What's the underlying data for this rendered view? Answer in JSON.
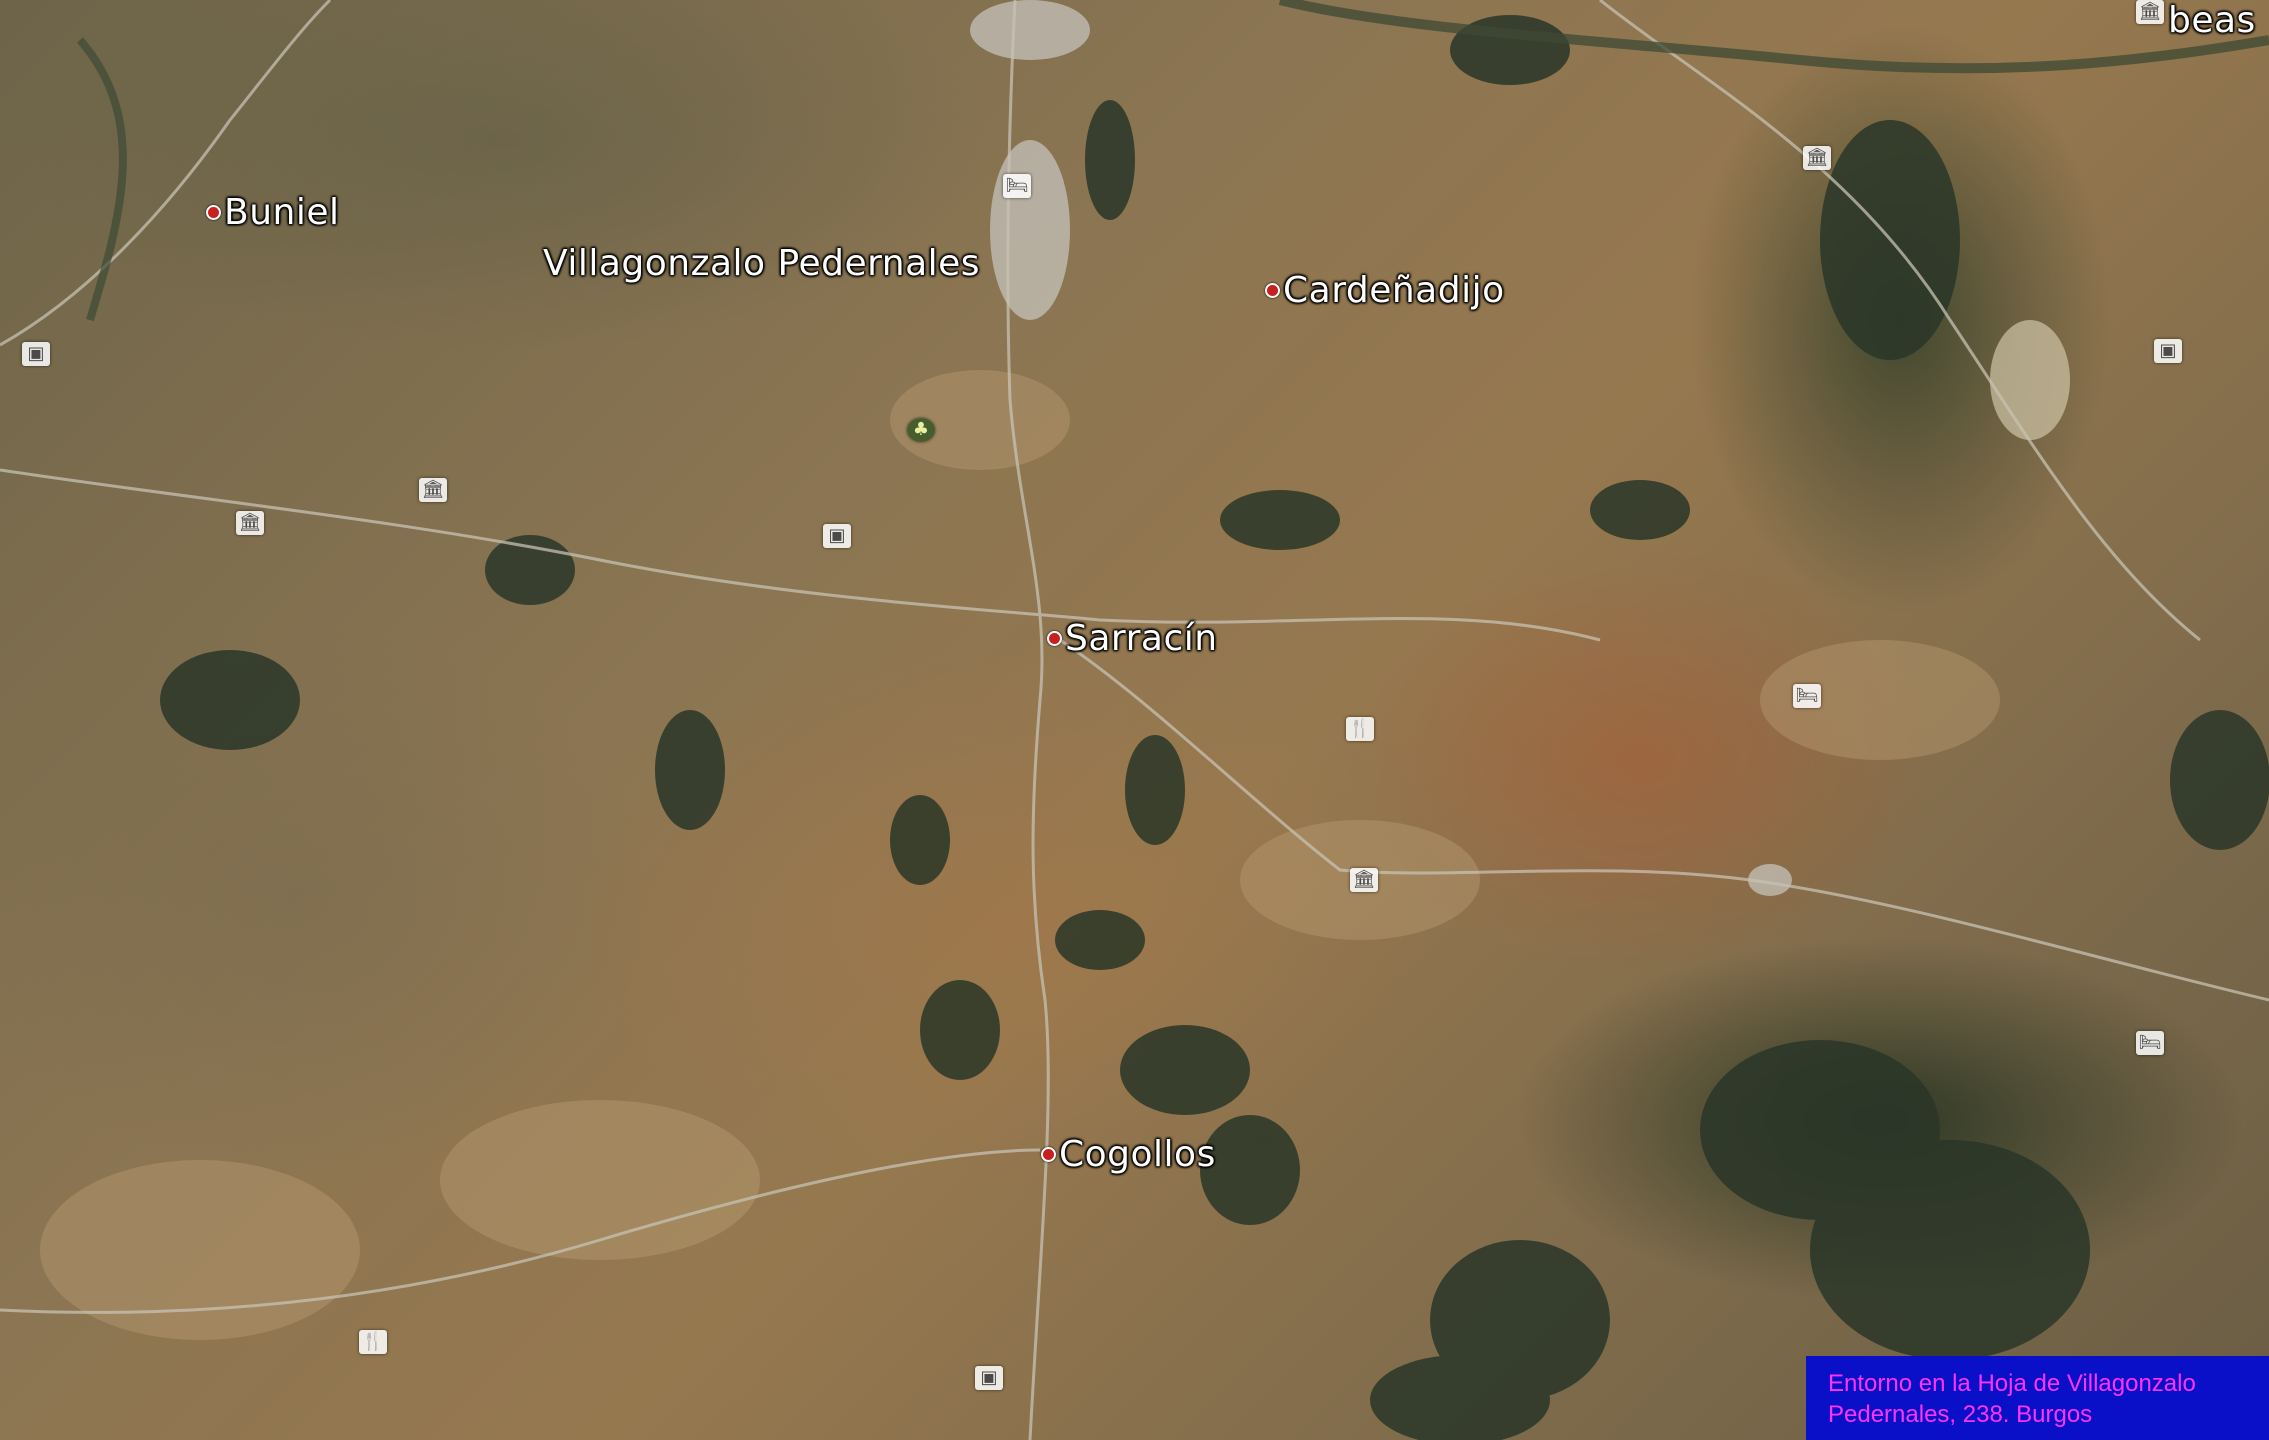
{
  "map": {
    "places": [
      {
        "name": "Buniel"
      },
      {
        "name": "Villagonzalo Pedernales"
      },
      {
        "name": "Cardeñadijo"
      },
      {
        "name": "Sarracín"
      },
      {
        "name": "Cogollos"
      },
      {
        "name": "beas"
      }
    ],
    "poi_icons": [
      {
        "type": "museum-icon"
      },
      {
        "type": "museum-icon"
      },
      {
        "type": "museum-icon"
      },
      {
        "type": "museum-icon"
      },
      {
        "type": "museum-icon"
      },
      {
        "type": "hotel-icon"
      },
      {
        "type": "hotel-icon"
      },
      {
        "type": "hotel-icon"
      },
      {
        "type": "info-icon"
      },
      {
        "type": "info-icon"
      },
      {
        "type": "info-icon"
      },
      {
        "type": "info-icon"
      },
      {
        "type": "restaurant-icon"
      },
      {
        "type": "restaurant-icon"
      },
      {
        "type": "park-icon"
      }
    ]
  },
  "caption": {
    "line1": "Entorno en la Hoja de Villagonzalo",
    "line2": "Pedernales, 238. Burgos",
    "background": "#0a10c8",
    "text_color": "#ff33ff"
  }
}
